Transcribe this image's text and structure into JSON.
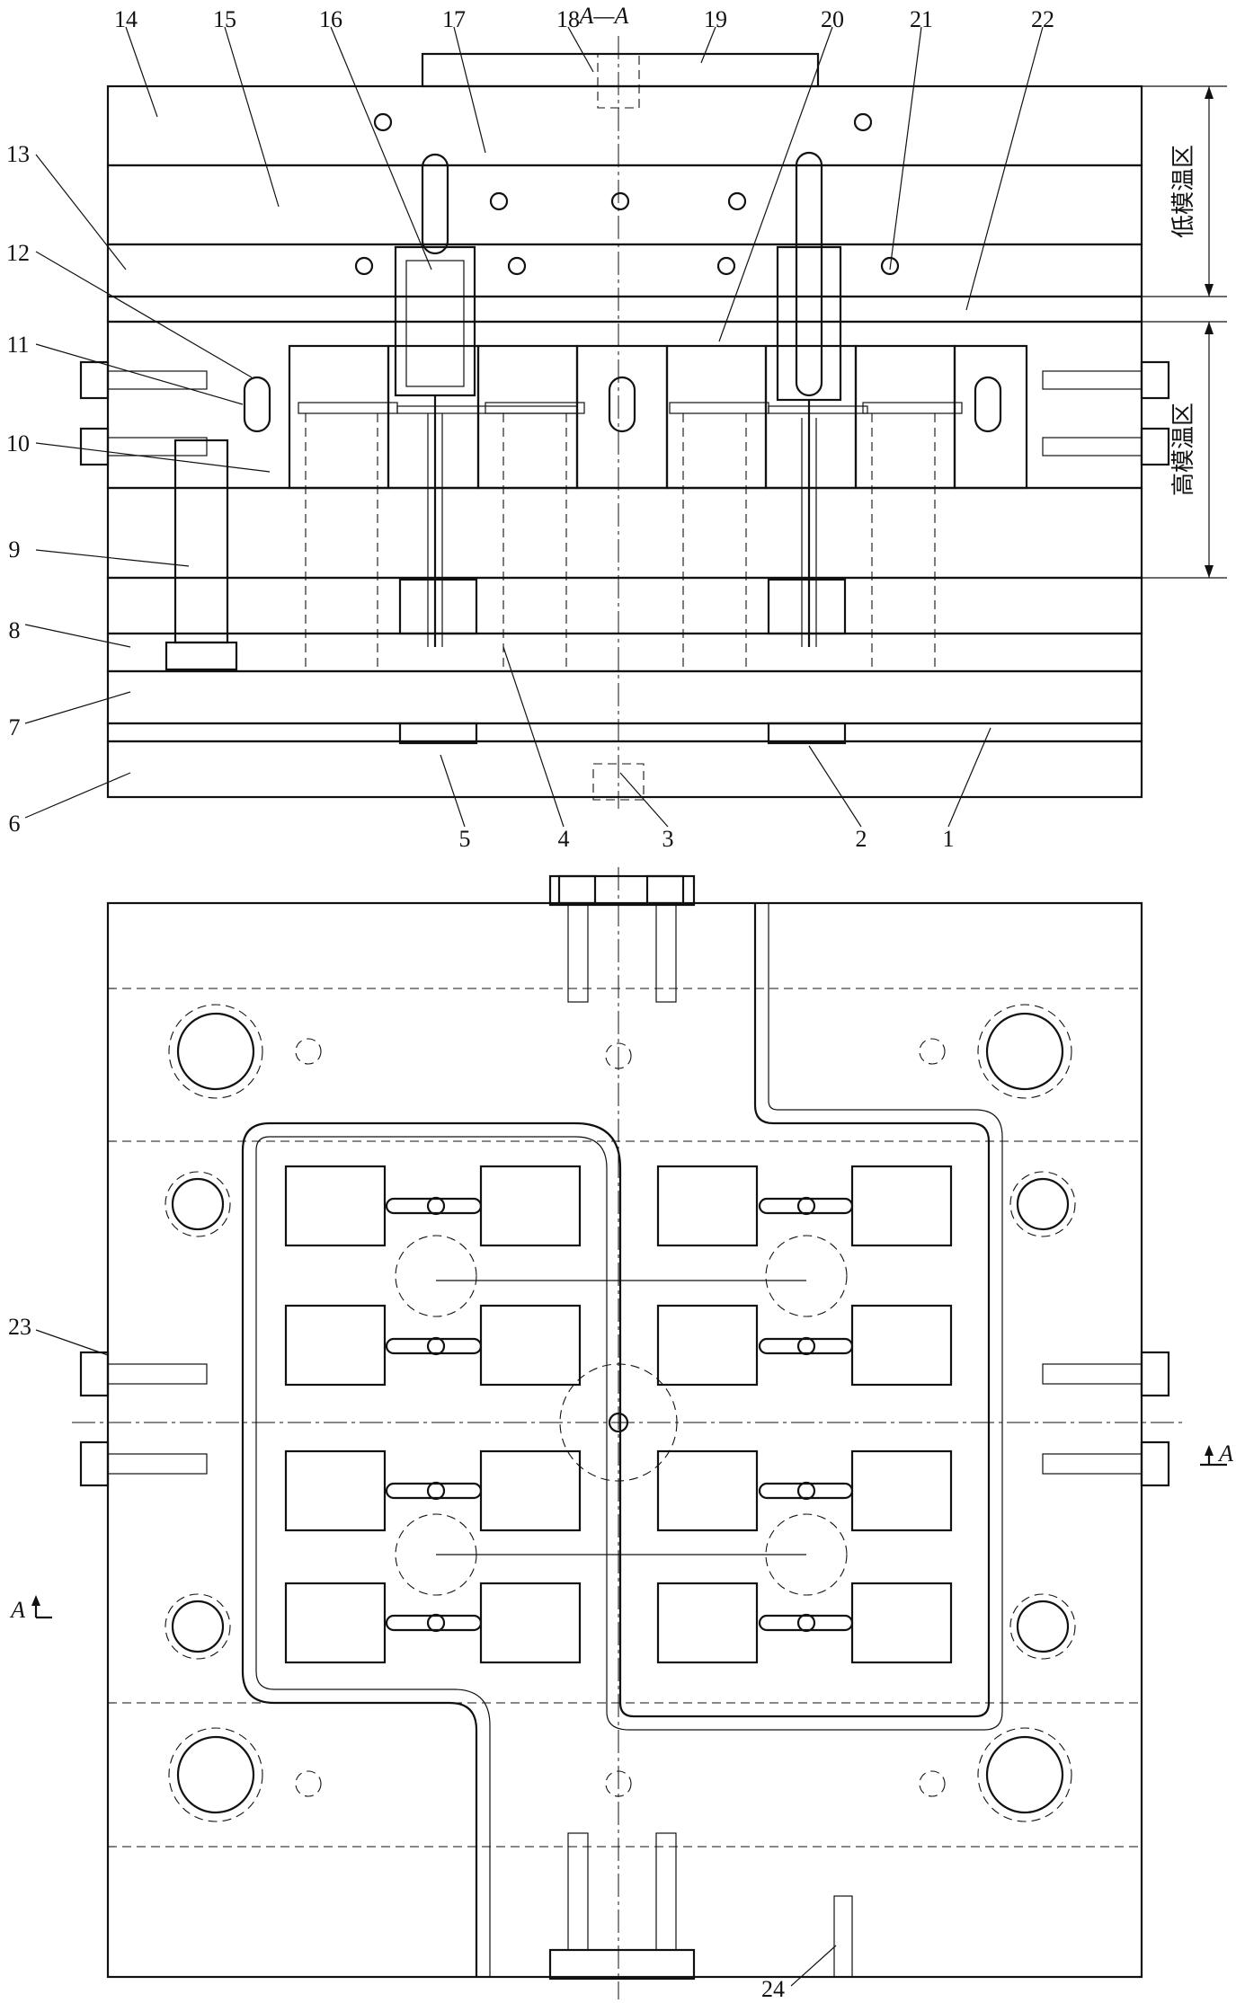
{
  "section_title": "A—A",
  "section_marker": "A",
  "zones": {
    "low_temp": "低模温区",
    "high_temp": "高模温区"
  },
  "part_numbers": [
    "1",
    "2",
    "3",
    "4",
    "5",
    "6",
    "7",
    "8",
    "9",
    "10",
    "11",
    "12",
    "13",
    "14",
    "15",
    "16",
    "17",
    "18",
    "19",
    "20",
    "21",
    "22",
    "23",
    "24"
  ]
}
